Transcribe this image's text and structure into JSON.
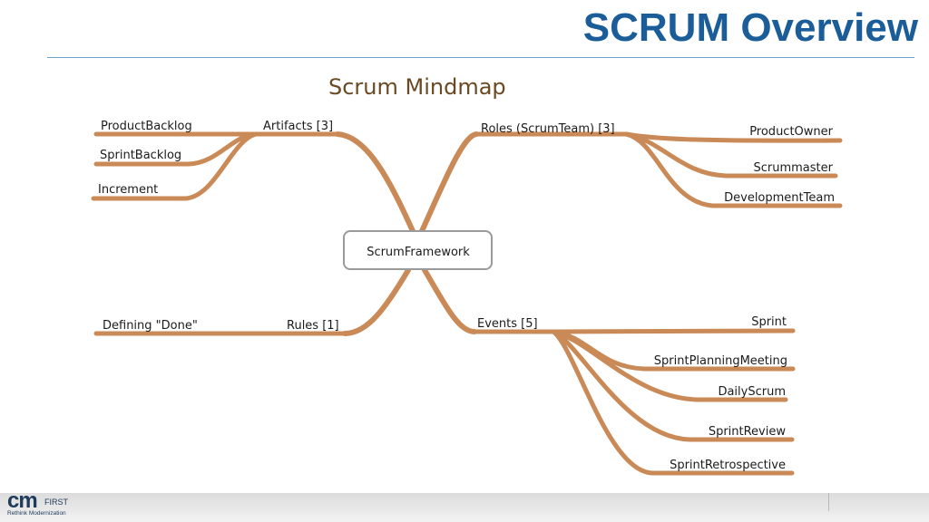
{
  "slide": {
    "title": "SCRUM Overview"
  },
  "mindmap": {
    "title": "Scrum Mindmap",
    "root": "ScrumFramework",
    "branches": [
      {
        "label": "Artifacts [3]",
        "children": [
          "ProductBacklog",
          "SprintBacklog",
          "Increment"
        ]
      },
      {
        "label": "Roles (ScrumTeam) [3]",
        "children": [
          "ProductOwner",
          "Scrummaster",
          "DevelopmentTeam"
        ]
      },
      {
        "label": "Rules [1]",
        "children": [
          "Defining \"Done\""
        ]
      },
      {
        "label": "Events [5]",
        "children": [
          "Sprint",
          "SprintPlanningMeeting",
          "DailyScrum",
          "SprintReview",
          "SprintRetrospective"
        ]
      }
    ],
    "branch_color": "#c98a57"
  },
  "footer": {
    "logo_mark": "cm",
    "logo_suffix": "FIRST",
    "logo_tagline": "Rethink Modernization"
  }
}
